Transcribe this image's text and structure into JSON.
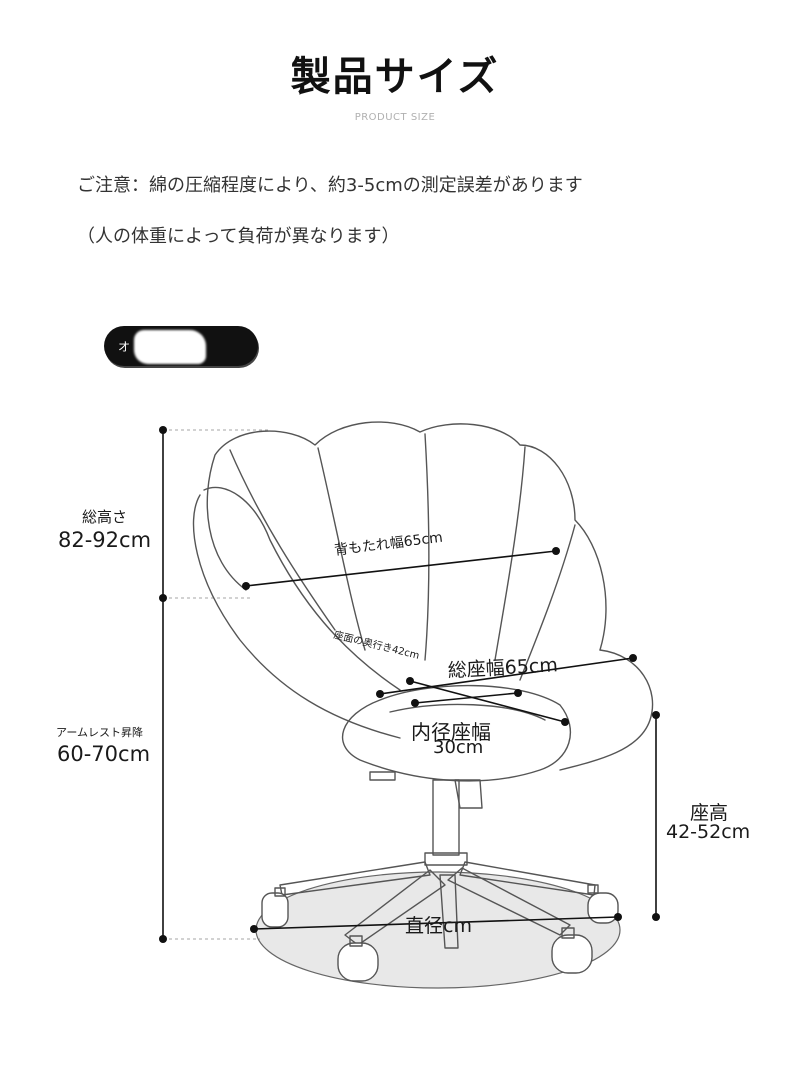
{
  "header": {
    "title": "製品サイズ",
    "subtitle": "PRODUCT SIZE"
  },
  "notice": {
    "line1": "ご注意：綿の圧縮程度により、約3-5cmの測定誤差があります",
    "line2": "（人の体重によって負荷が異なります）"
  },
  "badge": {
    "text": "オ         ェアサイズ"
  },
  "dimensions": {
    "total_height_label": "総高さ",
    "total_height_value": "82-92cm",
    "armrest_label": "アームレスト昇降",
    "armrest_value": "60-70cm",
    "back_width": "背もたれ幅65cm",
    "seat_depth": "座面の奥行き42cm",
    "total_seat_width": "総座幅65cm",
    "inner_seat_width_label": "内径座幅",
    "inner_seat_width_value": "30cm",
    "seat_height_label": "座高",
    "seat_height_value": "42-52cm",
    "diameter": "直径cm"
  },
  "colors": {
    "line": "#555555",
    "measure": "#111111",
    "base_shadow": "#e6e6e6"
  }
}
